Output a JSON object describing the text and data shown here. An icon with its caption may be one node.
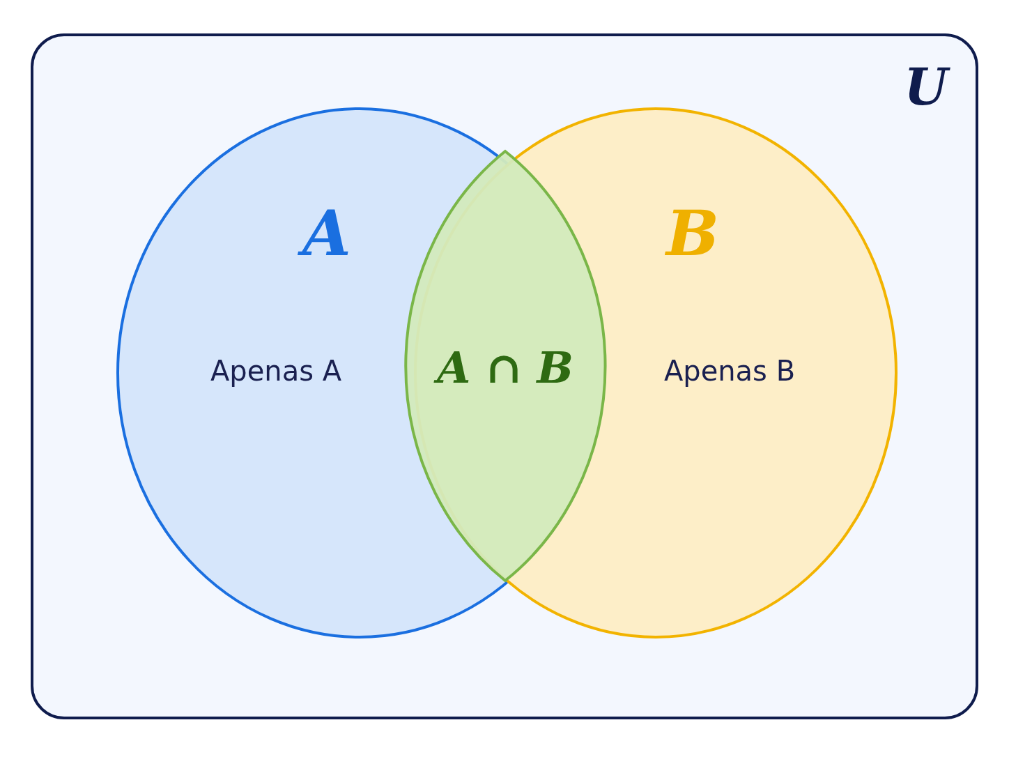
{
  "diagram": {
    "nodes": [
      {
        "text": [
          "U"
        ]
      },
      {
        "text": [
          "A",
          "Apenas A"
        ],
        "in": 0
      },
      {
        "text": [
          "A ∩ B"
        ]
      },
      {
        "text": [
          "B",
          "Apenas B"
        ],
        "in": 0
      }
    ]
  }
}
